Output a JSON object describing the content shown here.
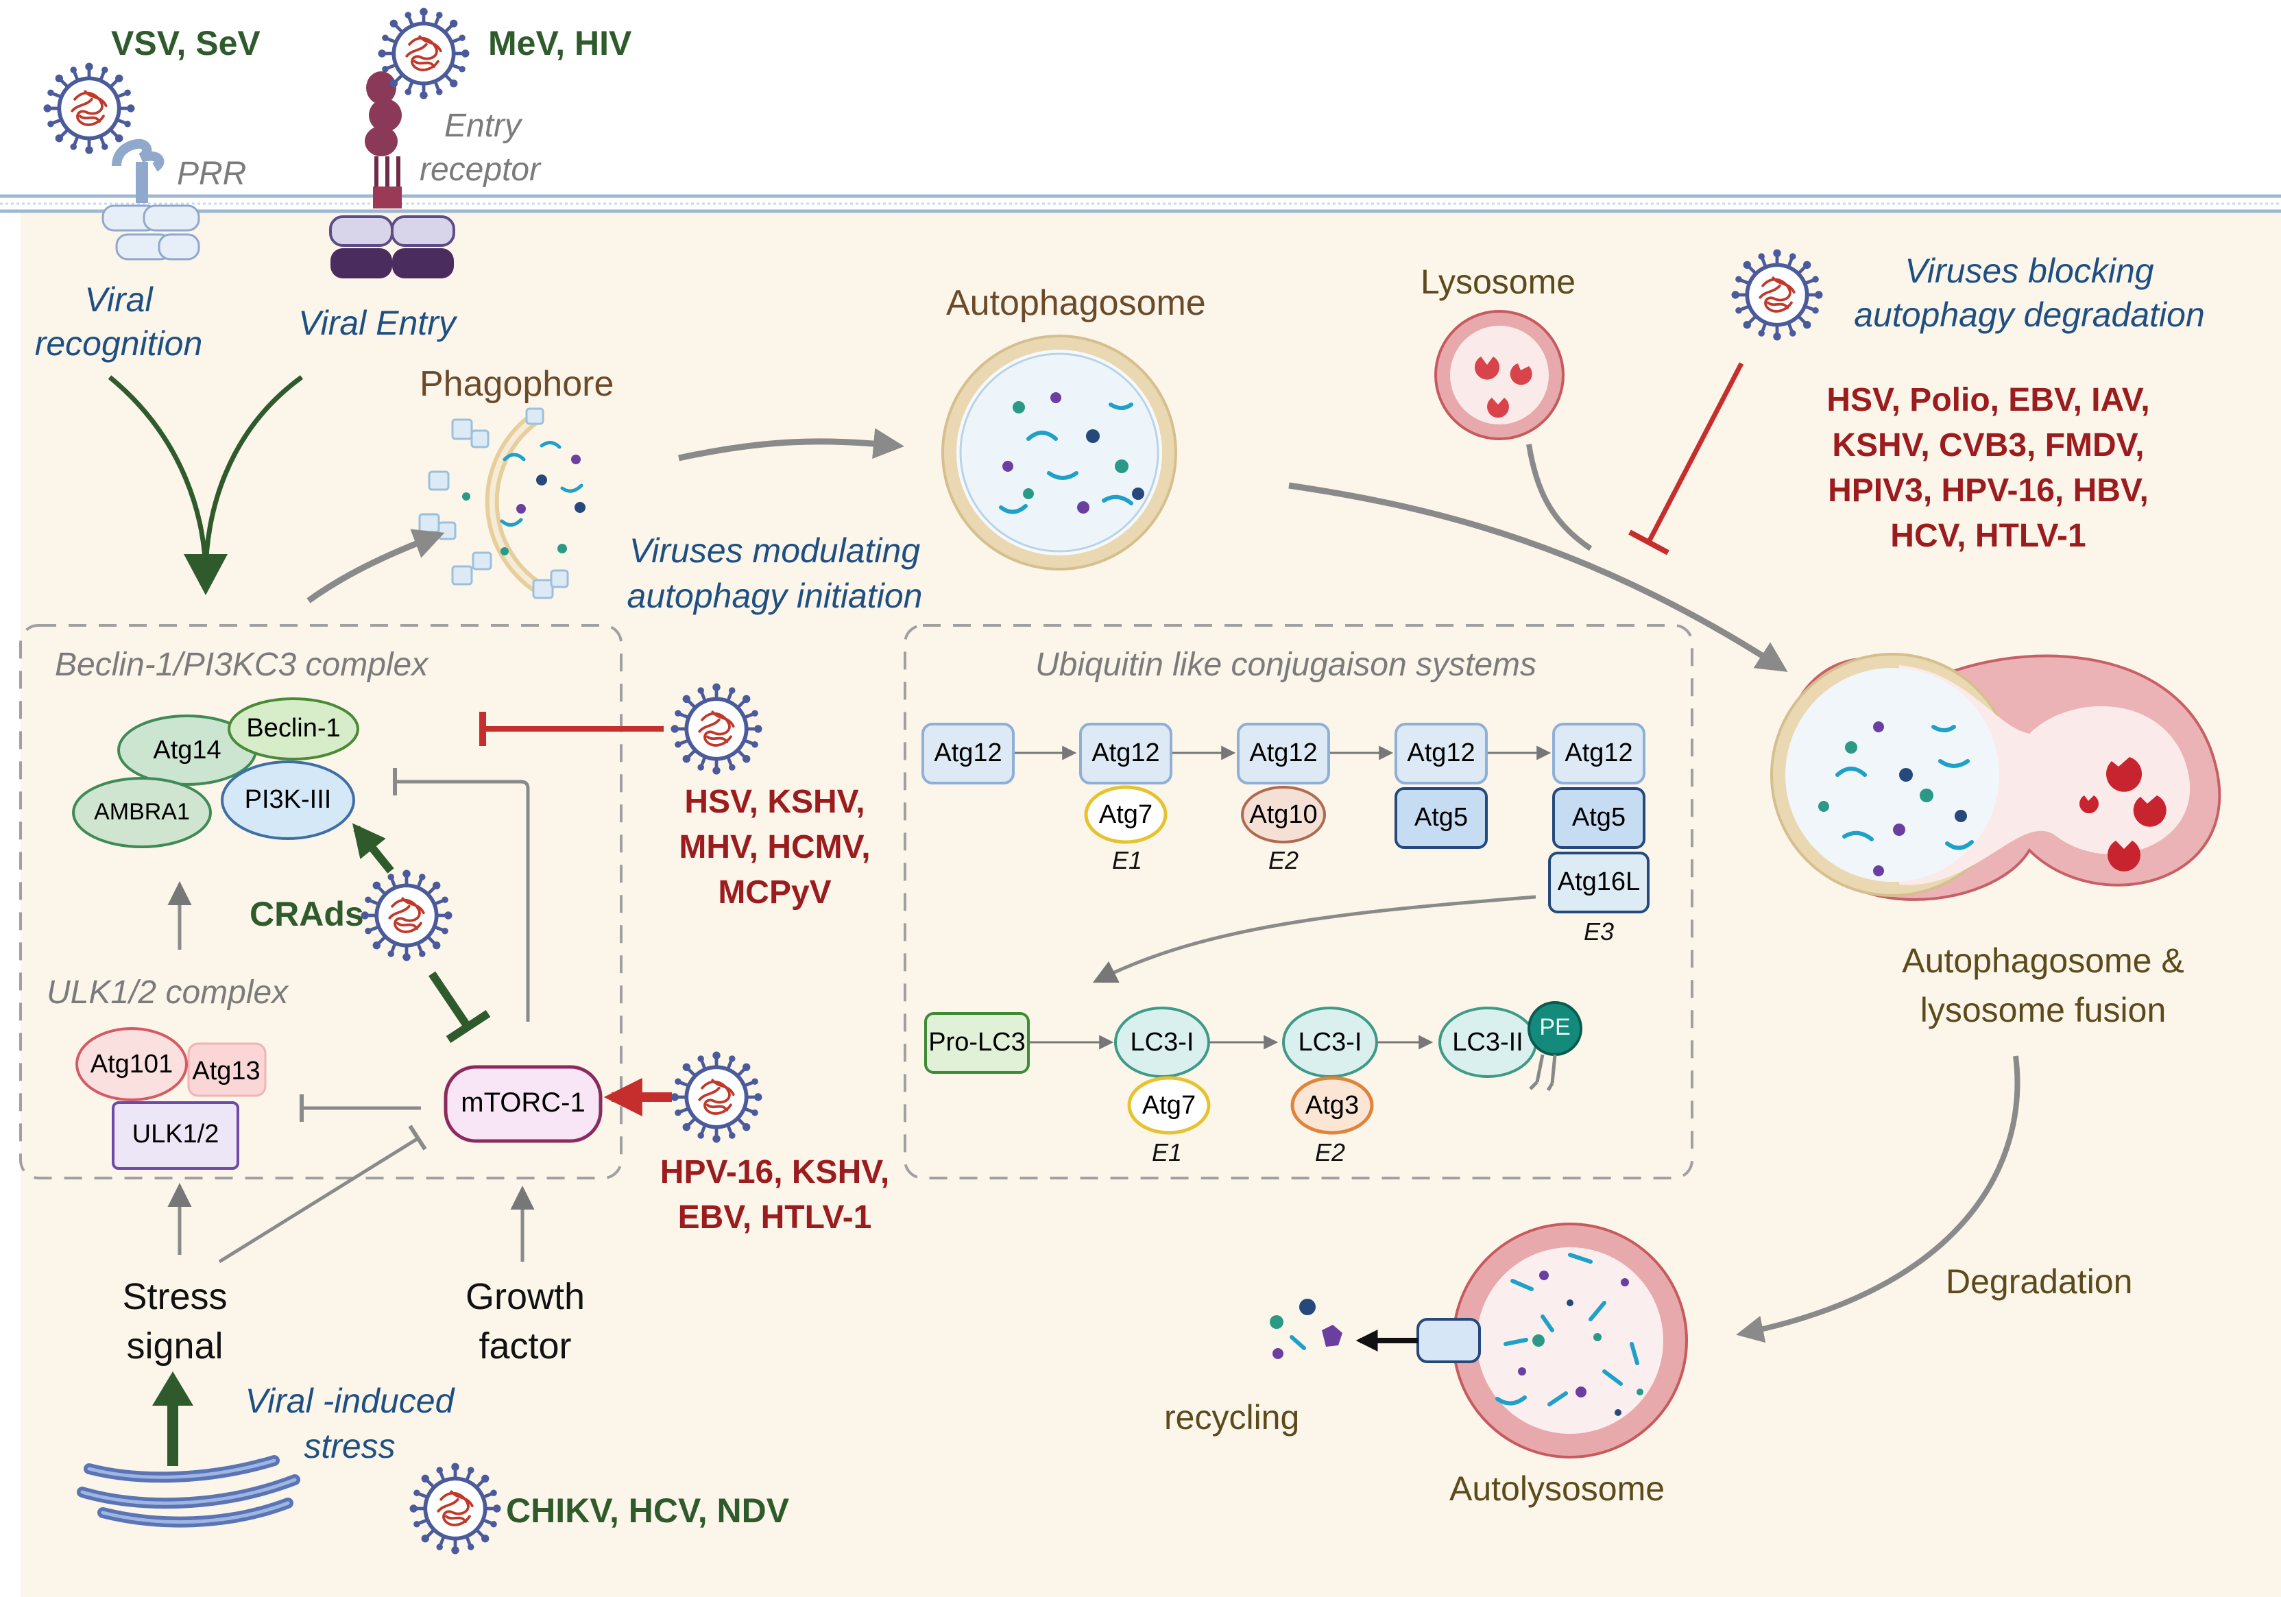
{
  "membrane_labels": {
    "virus_top_left": "VSV, SeV",
    "virus_top_mid": "MeV, HIV",
    "prr": "PRR",
    "entry_receptor_1": "Entry",
    "entry_receptor_2": "receptor",
    "viral_recognition_1": "Viral",
    "viral_recognition_2": "recognition",
    "viral_entry": "Viral Entry"
  },
  "stages": {
    "phagophore": "Phagophore",
    "autophagosome": "Autophagosome",
    "lysosome": "Lysosome",
    "fusion_1": "Autophagosome &",
    "fusion_2": "lysosome fusion",
    "degradation": "Degradation",
    "autolysosome": "Autolysosome",
    "recycling": "recycling"
  },
  "modulation": {
    "initiation_1": "Viruses modulating",
    "initiation_2": "autophagy initiation",
    "blocking_1": "Viruses blocking",
    "blocking_2": "autophagy degradation",
    "blocking_viruses": [
      "HSV, Polio, EBV, IAV,",
      "KSHV, CVB3, FMDV,",
      "HPIV3, HPV-16, HBV,",
      "HCV, HTLV-1"
    ],
    "beclin_viruses": [
      "HSV, KSHV,",
      "MHV, HCMV,",
      "MCPyV"
    ],
    "mtor_viruses": [
      "HPV-16, KSHV,",
      "EBV, HTLV-1"
    ],
    "crads": "CRAds",
    "stress_viruses": "CHIKV, HCV, NDV",
    "viral_stress_1": "Viral -induced",
    "viral_stress_2": "stress"
  },
  "complexes": {
    "beclin_title": "Beclin-1/PI3KC3 complex",
    "beclin_members": {
      "atg14": "Atg14",
      "beclin1": "Beclin-1",
      "ambra1": "AMBRA1",
      "pi3k": "PI3K-III"
    },
    "ulk_title": "ULK1/2 complex",
    "ulk_members": {
      "atg101": "Atg101",
      "atg13": "Atg13",
      "ulk": "ULK1/2"
    },
    "mtorc1": "mTORC-1",
    "stress_1": "Stress",
    "stress_2": "signal",
    "growth_1": "Growth",
    "growth_2": "factor"
  },
  "ubiquitin": {
    "title": "Ubiquitin like conjugaison systems",
    "row1": [
      "Atg12",
      "Atg12",
      "Atg12",
      "Atg12",
      "Atg12"
    ],
    "row1_partners": [
      "Atg7",
      "Atg10",
      "Atg5",
      "Atg5",
      "Atg16L"
    ],
    "row1_enzymes": [
      "E1",
      "E2",
      "E3"
    ],
    "row2": [
      "Pro-LC3",
      "LC3-I",
      "LC3-I",
      "LC3-II"
    ],
    "row2_partners": [
      "Atg7",
      "Atg3"
    ],
    "row2_enzymes": [
      "E1",
      "E2"
    ],
    "pe": "PE"
  },
  "colors": {
    "cytoplasm": "#fbf5ea",
    "membrane": "#b9cfe3",
    "inhibit_red": "#c62d2d",
    "activate_green": "#2f5a2c",
    "arrow_gray": "#8a8a8a"
  }
}
